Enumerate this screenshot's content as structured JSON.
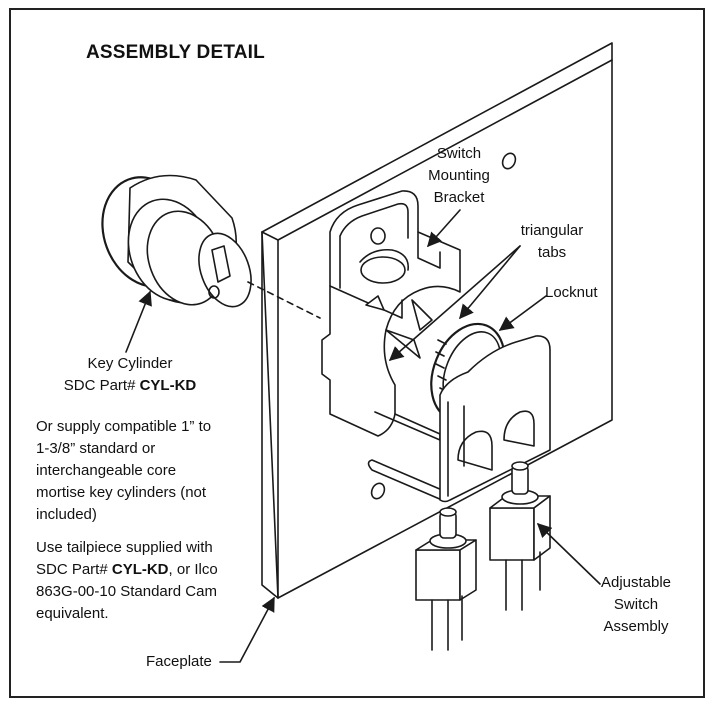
{
  "title": "ASSEMBLY DETAIL",
  "labels": {
    "switch_bracket": [
      "Switch",
      "Mounting",
      "Bracket"
    ],
    "triangular_tabs": [
      "triangular",
      "tabs"
    ],
    "locknut": "Locknut",
    "key_cylinder_line1": "Key Cylinder",
    "key_cylinder_part_prefix": "SDC Part# ",
    "key_cylinder_part": "CYL-KD",
    "supply_note": [
      "Or supply compatible 1” to",
      "1-3/8” standard or",
      "interchangeable core",
      "mortise key cylinders (not",
      "included)"
    ],
    "tailpiece_line1": "Use tailpiece supplied with",
    "tailpiece_line2_prefix": "SDC Part# ",
    "tailpiece_line2_part": "CYL-KD",
    "tailpiece_line2_suffix": ", or Ilco",
    "tailpiece_line3": "863G-00-10 Standard Cam",
    "tailpiece_line4": "equivalent.",
    "adjustable_switch": [
      "Adjustable",
      "Switch",
      "Assembly"
    ],
    "faceplate": "Faceplate"
  }
}
